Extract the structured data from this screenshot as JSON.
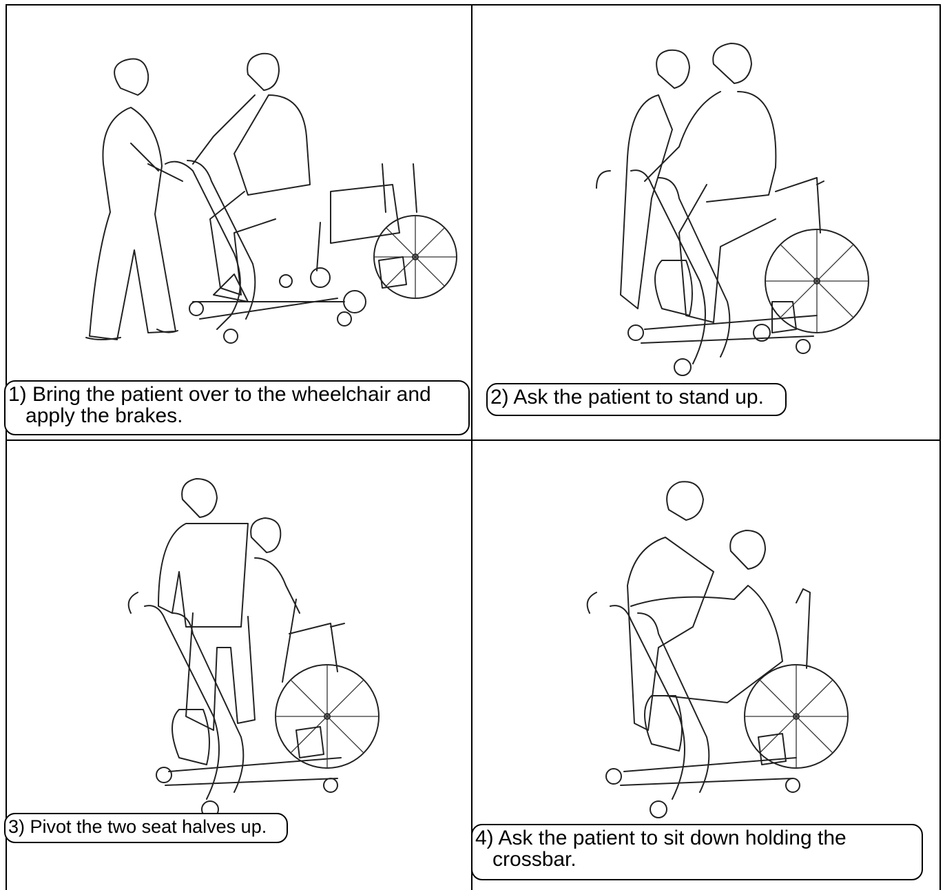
{
  "steps": [
    {
      "number": "1",
      "text": "1) Bring the patient over to the wheelchair and\n   apply the brakes."
    },
    {
      "number": "2",
      "text": "2) Ask the patient to stand up."
    },
    {
      "number": "3",
      "text": "3) Pivot the two seat halves up."
    },
    {
      "number": "4",
      "text": "4) Ask the patient to sit down holding the\n   crossbar."
    }
  ]
}
